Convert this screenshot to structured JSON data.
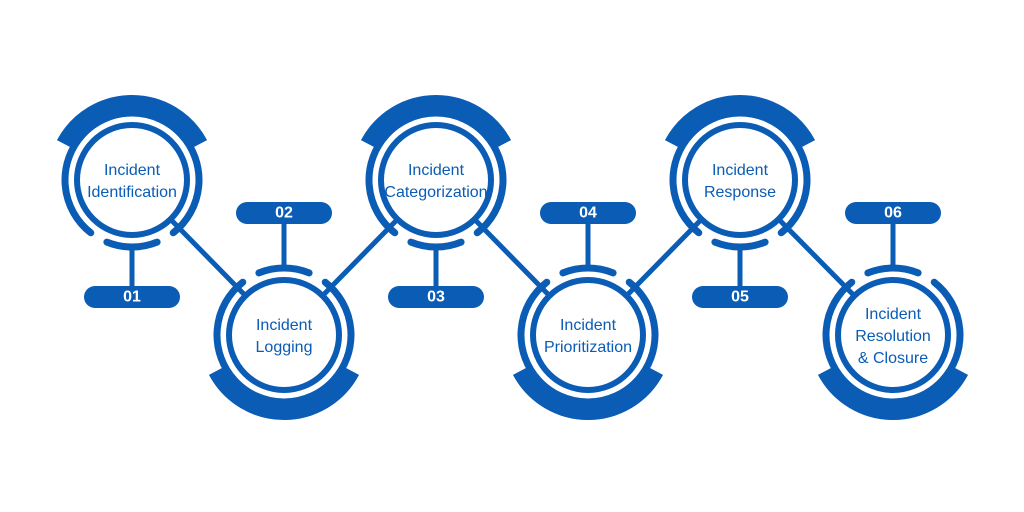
{
  "colors": {
    "primary": "#0a5cb5",
    "background": "#ffffff",
    "badge_text": "#ffffff"
  },
  "steps": [
    {
      "number": "01",
      "lines": [
        "Incident",
        "Identification"
      ]
    },
    {
      "number": "02",
      "lines": [
        "Incident",
        "Logging"
      ]
    },
    {
      "number": "03",
      "lines": [
        "Incident",
        "Categorization"
      ]
    },
    {
      "number": "04",
      "lines": [
        "Incident",
        "Prioritization"
      ]
    },
    {
      "number": "05",
      "lines": [
        "Incident",
        "Response"
      ]
    },
    {
      "number": "06",
      "lines": [
        "Incident",
        "Resolution",
        "& Closure"
      ]
    }
  ]
}
